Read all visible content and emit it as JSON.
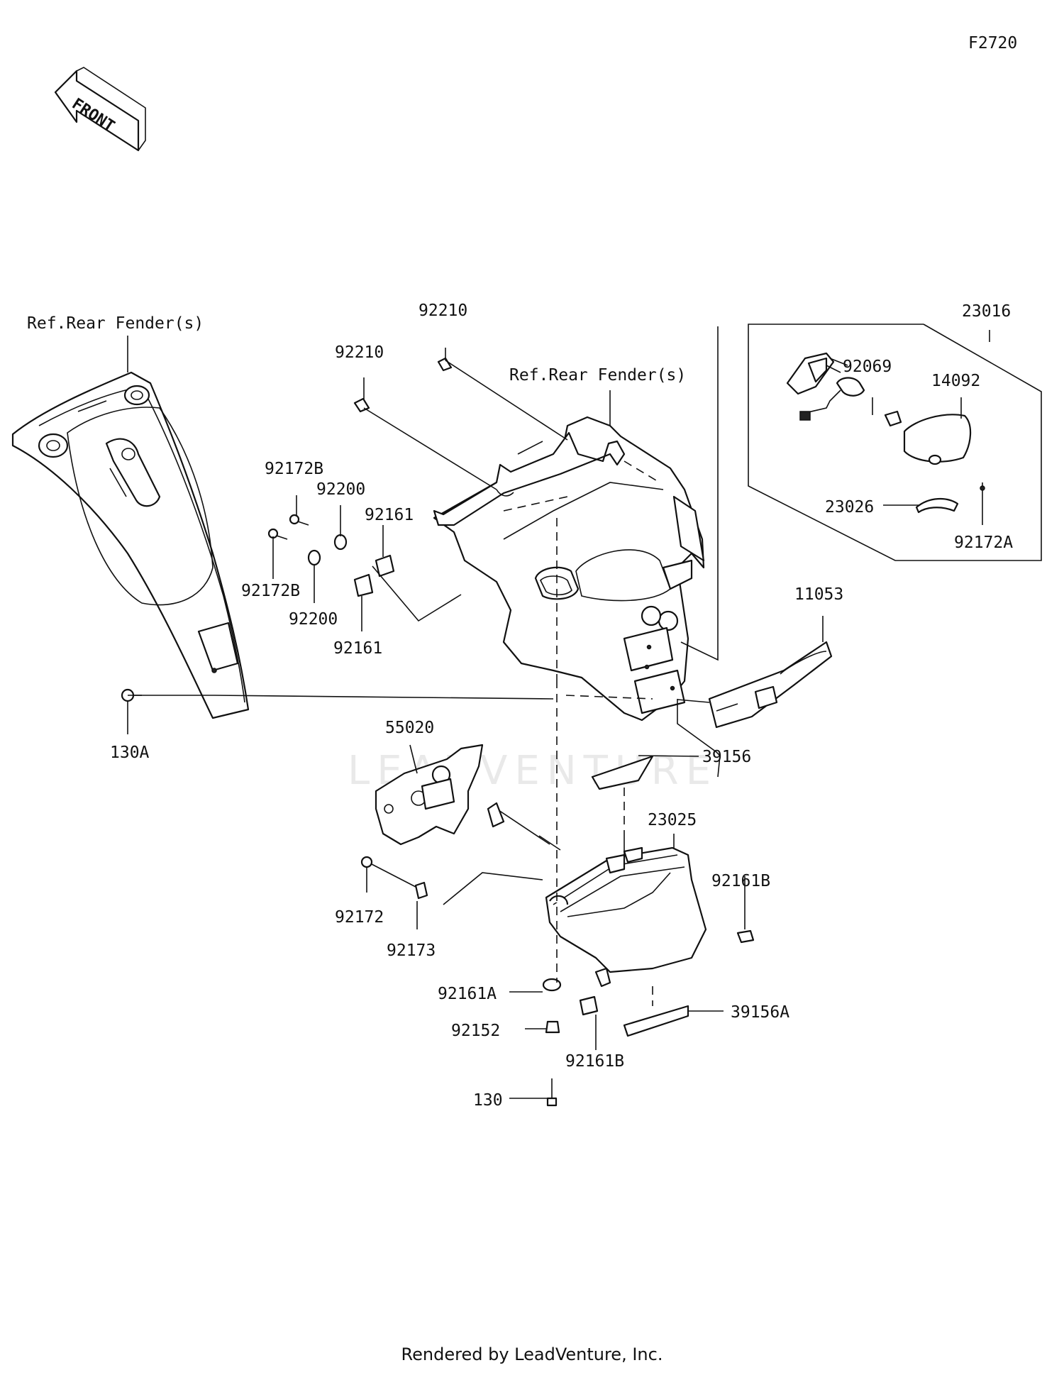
{
  "diagram_code": "F2720",
  "front_arrow_text": "FRONT",
  "watermark_text": "LEADVENTURE",
  "footer_text": "Rendered by LeadVenture, Inc.",
  "labels": {
    "ref_rear_fender_left": "Ref.Rear Fender(s)",
    "ref_rear_fender_center": "Ref.Rear Fender(s)",
    "p92210_a": "92210",
    "p92210_b": "92210",
    "p23016": "23016",
    "p92069": "92069",
    "p14092": "14092",
    "p23026": "23026",
    "p92172A": "92172A",
    "p92172B_a": "92172B",
    "p92172B_b": "92172B",
    "p92200_a": "92200",
    "p92200_b": "92200",
    "p92161_a": "92161",
    "p92161_b": "92161",
    "p11053": "11053",
    "p130A": "130A",
    "p55020": "55020",
    "p39156": "39156",
    "p23025": "23025",
    "p92161B_a": "92161B",
    "p92161B_b": "92161B",
    "p92172": "92172",
    "p92173": "92173",
    "p92161A": "92161A",
    "p92152": "92152",
    "p39156A": "39156A",
    "p130": "130"
  },
  "colors": {
    "line": "#111111",
    "background": "#ffffff",
    "watermark": "#e9e9e9"
  }
}
